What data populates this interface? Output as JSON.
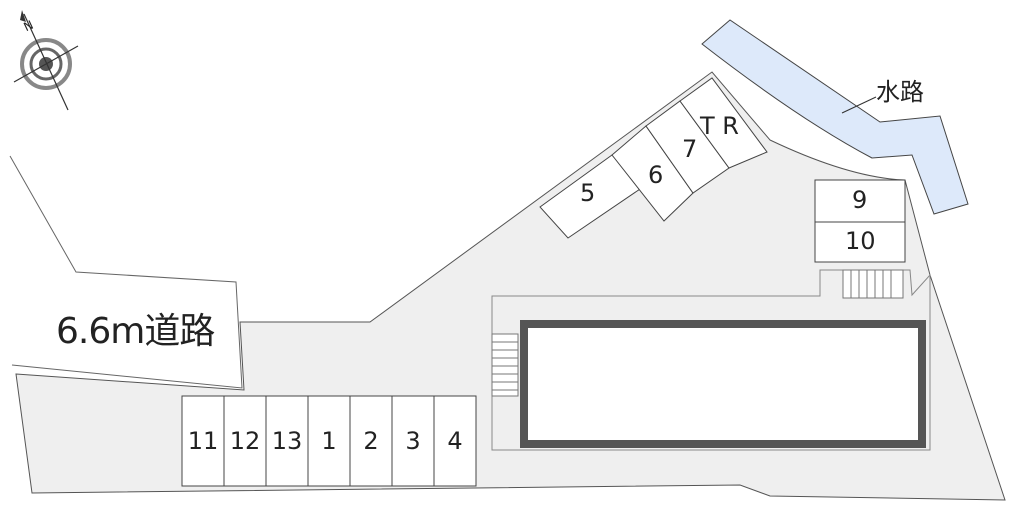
{
  "compass": {
    "north_letter": "N",
    "icon": "compass-rose-icon"
  },
  "labels": {
    "waterway": "水路",
    "road": "6.6m道路"
  },
  "parking_row_bottom": [
    "11",
    "12",
    "13",
    "1",
    "2",
    "3",
    "4"
  ],
  "parking_diagonal": [
    "5",
    "6",
    "7"
  ],
  "trash_room": "T R",
  "parking_right": [
    "9",
    "10"
  ],
  "colors": {
    "lot": "#efefef",
    "water": "#dde9fa",
    "outline": "#555555",
    "building": "#555555"
  }
}
